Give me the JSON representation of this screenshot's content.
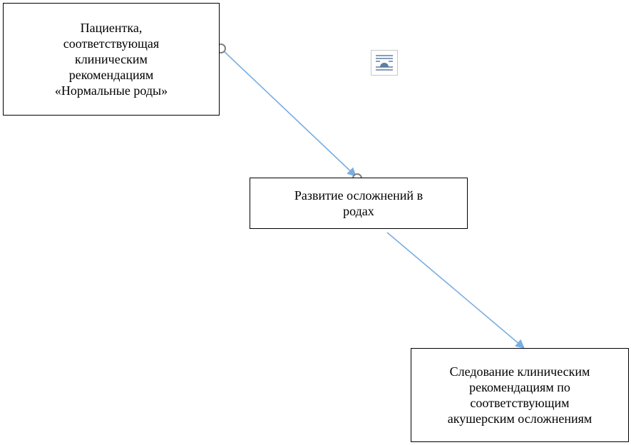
{
  "diagram": {
    "nodes": [
      {
        "id": "node-a",
        "text": "Пациентка,\nсоответствующая\nклиническим\nрекомендациям\n«Нормальные роды»"
      },
      {
        "id": "node-b",
        "text": "Развитие осложнений в\nродах"
      },
      {
        "id": "node-c",
        "text": "Следование клиническим\nрекомендациям по\nсоответствующим\nакушерским осложнениям"
      }
    ],
    "edges": [
      {
        "from": "node-a",
        "to": "node-b"
      },
      {
        "from": "node-b",
        "to": "node-c"
      }
    ],
    "connector_color": "#79aee0",
    "handle_color": "#808080",
    "layout_options_icon": "layout-options-icon"
  }
}
